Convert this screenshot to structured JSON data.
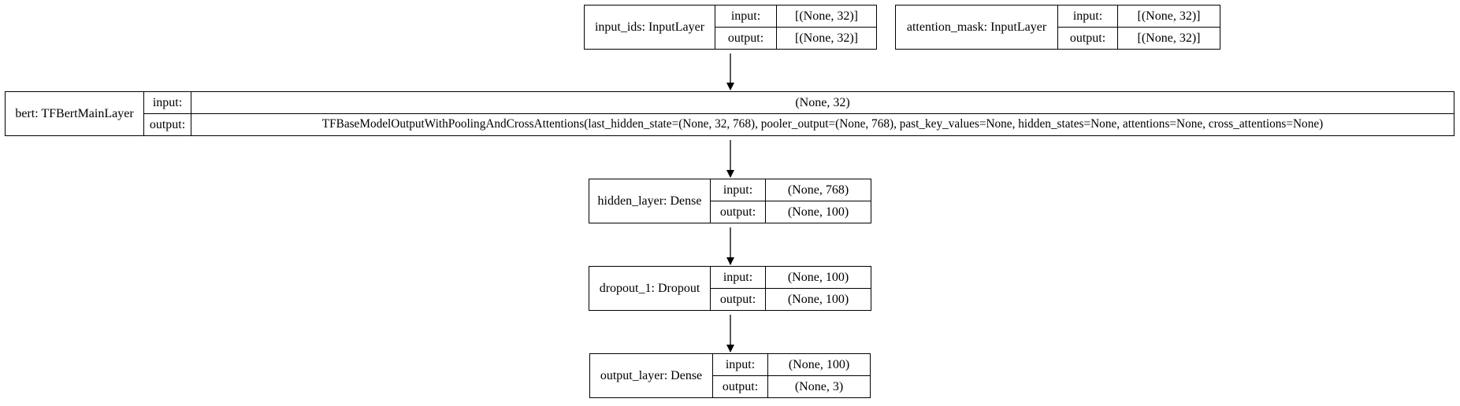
{
  "diagram": {
    "port_labels": {
      "input": "input:",
      "output": "output:"
    },
    "nodes": [
      {
        "id": "input_ids",
        "label": "input_ids: InputLayer",
        "input": "[(None, 32)]",
        "output": "[(None, 32)]"
      },
      {
        "id": "attention_mask",
        "label": "attention_mask: InputLayer",
        "input": "[(None, 32)]",
        "output": "[(None, 32)]"
      },
      {
        "id": "bert",
        "label": "bert: TFBertMainLayer",
        "input": "(None, 32)",
        "output": "TFBaseModelOutputWithPoolingAndCrossAttentions(last_hidden_state=(None, 32, 768), pooler_output=(None, 768), past_key_values=None, hidden_states=None, attentions=None, cross_attentions=None)"
      },
      {
        "id": "hidden_layer",
        "label": "hidden_layer: Dense",
        "input": "(None, 768)",
        "output": "(None, 100)"
      },
      {
        "id": "dropout_1",
        "label": "dropout_1: Dropout",
        "input": "(None, 100)",
        "output": "(None, 100)"
      },
      {
        "id": "output_layer",
        "label": "output_layer: Dense",
        "input": "(None, 100)",
        "output": "(None, 3)"
      }
    ],
    "edges": [
      {
        "from": "input_ids",
        "to": "bert"
      },
      {
        "from": "bert",
        "to": "hidden_layer"
      },
      {
        "from": "hidden_layer",
        "to": "dropout_1"
      },
      {
        "from": "dropout_1",
        "to": "output_layer"
      }
    ]
  }
}
